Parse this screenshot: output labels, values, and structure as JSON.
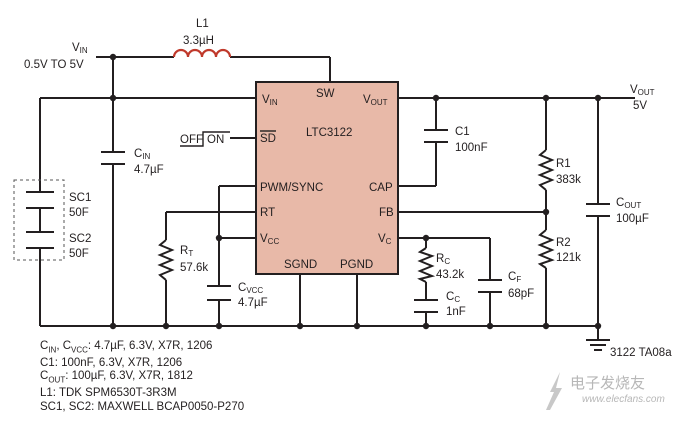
{
  "vin": {
    "label": "V",
    "sub": "IN",
    "range": "0.5V TO 5V"
  },
  "vout": {
    "label": "V",
    "sub": "OUT",
    "value": "5V"
  },
  "l1": {
    "name": "L1",
    "value": "3.3µH"
  },
  "ic": {
    "name": "LTC3122",
    "pins": {
      "vin": "V",
      "vin_sub": "IN",
      "sw": "SW",
      "vout": "V",
      "vout_sub": "OUT",
      "sd": "SD",
      "pwm": "PWM/SYNC",
      "cap": "CAP",
      "rt": "RT",
      "fb": "FB",
      "vcc": "V",
      "vcc_sub": "CC",
      "vc": "V",
      "vc_sub": "C",
      "sgnd": "SGND",
      "pgnd": "PGND"
    }
  },
  "switch": {
    "off": "OFF",
    "on": "ON"
  },
  "cin": {
    "name": "C",
    "sub": "IN",
    "value": "4.7µF"
  },
  "sc1": {
    "name": "SC1",
    "value": "50F"
  },
  "sc2": {
    "name": "SC2",
    "value": "50F"
  },
  "rt": {
    "name": "R",
    "sub": "T",
    "value": "57.6k"
  },
  "cvcc": {
    "name": "C",
    "sub": "VCC",
    "value": "4.7µF"
  },
  "c1": {
    "name": "C1",
    "value": "100nF"
  },
  "r1": {
    "name": "R1",
    "value": "383k"
  },
  "r2": {
    "name": "R2",
    "value": "121k"
  },
  "cout": {
    "name": "C",
    "sub": "OUT",
    "value": "100µF"
  },
  "rc": {
    "name": "R",
    "sub": "C",
    "value": "43.2k"
  },
  "cc": {
    "name": "C",
    "sub": "C",
    "value": "1nF"
  },
  "cf": {
    "name": "C",
    "sub": "F",
    "value": "68pF"
  },
  "figure_id": "3122 TA08a",
  "notes": [
    {
      "a": "C",
      "a_sub": "IN",
      "b": ", C",
      "b_sub": "VCC",
      "rest": ": 4.7µF, 6.3V, X7R, 1206"
    },
    {
      "a": "C1: 100nF, 6.3V, X7R, 1206"
    },
    {
      "a": "C",
      "a_sub": "OUT",
      "rest": ": 100µF, 6.3V, X7R, 1812"
    },
    {
      "a": "L1: TDK SPM6530T-3R3M"
    },
    {
      "a": "SC1, SC2: MAXWELL BCAP0050-P270"
    }
  ],
  "watermark": {
    "text": "电子发烧友",
    "url": "www.elecfans.com"
  }
}
